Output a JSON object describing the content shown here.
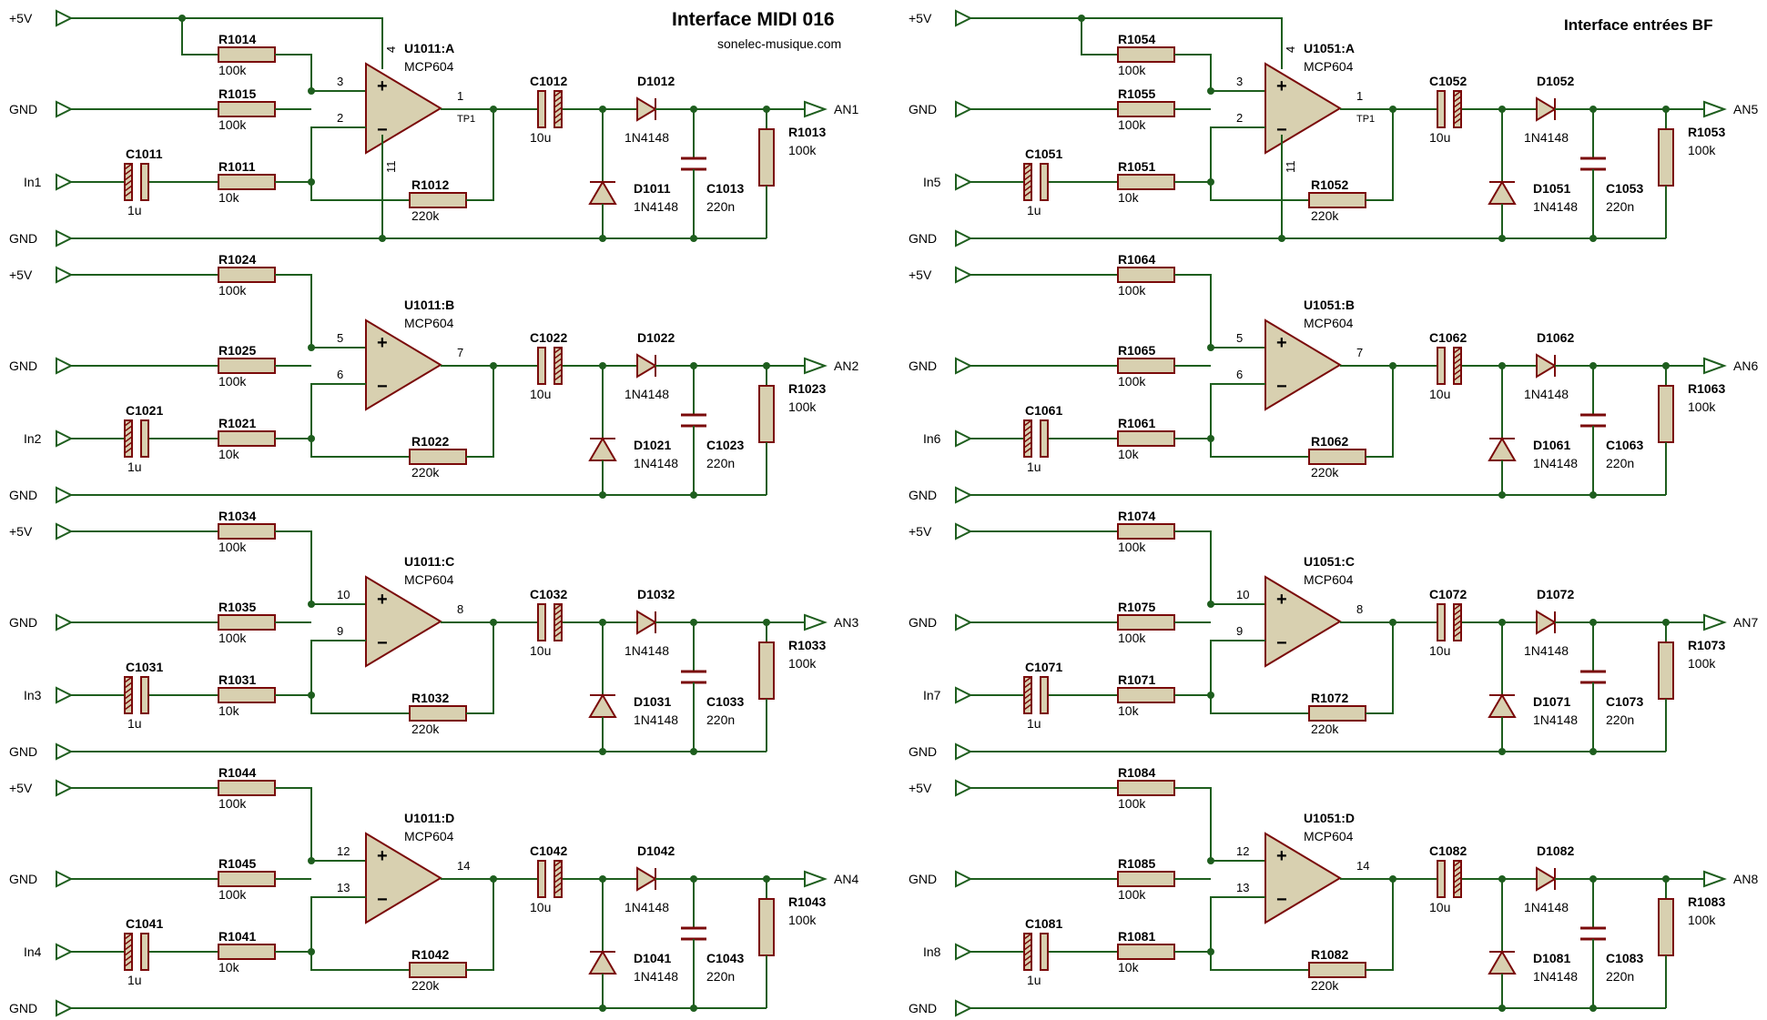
{
  "titles": {
    "main": "Interface MIDI 016",
    "website": "sonelec-musique.com",
    "right": "Interface entrées BF"
  },
  "colors": {
    "wire": "#1e5e1e",
    "component_outline": "#7a0a0a",
    "component_fill": "#d8d0b0",
    "junction": "#1e5e1e",
    "text": "#000000"
  },
  "terminal_labels": {
    "supply": "+5V",
    "ground": "GND",
    "label_prefix_in": "In",
    "label_prefix_out": "AN"
  },
  "channels": [
    {
      "input": "In1",
      "output": "AN1",
      "c_in": "C1011",
      "c_in_val": "1u",
      "r_in": "R1011",
      "r_in_val": "10k",
      "r_top": "R1014",
      "r_top_val": "100k",
      "r_bot": "R1015",
      "r_bot_val": "100k",
      "r_fb": "R1012",
      "r_fb_val": "220k",
      "opamp": "U1011:A",
      "opamp_type": "MCP604",
      "pin_plus": "3",
      "pin_minus": "2",
      "pin_out": "1",
      "pin_vcc": "4",
      "pin_gnd": "11",
      "test_point": "TP1",
      "c_out": "C1012",
      "c_out_val": "10u",
      "d_series": "D1012",
      "d_series_val": "1N4148",
      "d_shunt": "D1011",
      "d_shunt_val": "1N4148",
      "c_filter": "C1013",
      "c_filter_val": "220n",
      "r_load": "R1013",
      "r_load_val": "100k"
    },
    {
      "input": "In2",
      "output": "AN2",
      "c_in": "C1021",
      "c_in_val": "1u",
      "r_in": "R1021",
      "r_in_val": "10k",
      "r_top": "R1024",
      "r_top_val": "100k",
      "r_bot": "R1025",
      "r_bot_val": "100k",
      "r_fb": "R1022",
      "r_fb_val": "220k",
      "opamp": "U1011:B",
      "opamp_type": "MCP604",
      "pin_plus": "5",
      "pin_minus": "6",
      "pin_out": "7",
      "pin_vcc": "",
      "pin_gnd": "",
      "test_point": "",
      "c_out": "C1022",
      "c_out_val": "10u",
      "d_series": "D1022",
      "d_series_val": "1N4148",
      "d_shunt": "D1021",
      "d_shunt_val": "1N4148",
      "c_filter": "C1023",
      "c_filter_val": "220n",
      "r_load": "R1023",
      "r_load_val": "100k"
    },
    {
      "input": "In3",
      "output": "AN3",
      "c_in": "C1031",
      "c_in_val": "1u",
      "r_in": "R1031",
      "r_in_val": "10k",
      "r_top": "R1034",
      "r_top_val": "100k",
      "r_bot": "R1035",
      "r_bot_val": "100k",
      "r_fb": "R1032",
      "r_fb_val": "220k",
      "opamp": "U1011:C",
      "opamp_type": "MCP604",
      "pin_plus": "10",
      "pin_minus": "9",
      "pin_out": "8",
      "pin_vcc": "",
      "pin_gnd": "",
      "test_point": "",
      "c_out": "C1032",
      "c_out_val": "10u",
      "d_series": "D1032",
      "d_series_val": "1N4148",
      "d_shunt": "D1031",
      "d_shunt_val": "1N4148",
      "c_filter": "C1033",
      "c_filter_val": "220n",
      "r_load": "R1033",
      "r_load_val": "100k"
    },
    {
      "input": "In4",
      "output": "AN4",
      "c_in": "C1041",
      "c_in_val": "1u",
      "r_in": "R1041",
      "r_in_val": "10k",
      "r_top": "R1044",
      "r_top_val": "100k",
      "r_bot": "R1045",
      "r_bot_val": "100k",
      "r_fb": "R1042",
      "r_fb_val": "220k",
      "opamp": "U1011:D",
      "opamp_type": "MCP604",
      "pin_plus": "12",
      "pin_minus": "13",
      "pin_out": "14",
      "pin_vcc": "",
      "pin_gnd": "",
      "test_point": "",
      "c_out": "C1042",
      "c_out_val": "10u",
      "d_series": "D1042",
      "d_series_val": "1N4148",
      "d_shunt": "D1041",
      "d_shunt_val": "1N4148",
      "c_filter": "C1043",
      "c_filter_val": "220n",
      "r_load": "R1043",
      "r_load_val": "100k"
    },
    {
      "input": "In5",
      "output": "AN5",
      "c_in": "C1051",
      "c_in_val": "1u",
      "r_in": "R1051",
      "r_in_val": "10k",
      "r_top": "R1054",
      "r_top_val": "100k",
      "r_bot": "R1055",
      "r_bot_val": "100k",
      "r_fb": "R1052",
      "r_fb_val": "220k",
      "opamp": "U1051:A",
      "opamp_type": "MCP604",
      "pin_plus": "3",
      "pin_minus": "2",
      "pin_out": "1",
      "pin_vcc": "4",
      "pin_gnd": "11",
      "test_point": "TP1",
      "c_out": "C1052",
      "c_out_val": "10u",
      "d_series": "D1052",
      "d_series_val": "1N4148",
      "d_shunt": "D1051",
      "d_shunt_val": "1N4148",
      "c_filter": "C1053",
      "c_filter_val": "220n",
      "r_load": "R1053",
      "r_load_val": "100k"
    },
    {
      "input": "In6",
      "output": "AN6",
      "c_in": "C1061",
      "c_in_val": "1u",
      "r_in": "R1061",
      "r_in_val": "10k",
      "r_top": "R1064",
      "r_top_val": "100k",
      "r_bot": "R1065",
      "r_bot_val": "100k",
      "r_fb": "R1062",
      "r_fb_val": "220k",
      "opamp": "U1051:B",
      "opamp_type": "MCP604",
      "pin_plus": "5",
      "pin_minus": "6",
      "pin_out": "7",
      "pin_vcc": "",
      "pin_gnd": "",
      "test_point": "",
      "c_out": "C1062",
      "c_out_val": "10u",
      "d_series": "D1062",
      "d_series_val": "1N4148",
      "d_shunt": "D1061",
      "d_shunt_val": "1N4148",
      "c_filter": "C1063",
      "c_filter_val": "220n",
      "r_load": "R1063",
      "r_load_val": "100k"
    },
    {
      "input": "In7",
      "output": "AN7",
      "c_in": "C1071",
      "c_in_val": "1u",
      "r_in": "R1071",
      "r_in_val": "10k",
      "r_top": "R1074",
      "r_top_val": "100k",
      "r_bot": "R1075",
      "r_bot_val": "100k",
      "r_fb": "R1072",
      "r_fb_val": "220k",
      "opamp": "U1051:C",
      "opamp_type": "MCP604",
      "pin_plus": "10",
      "pin_minus": "9",
      "pin_out": "8",
      "pin_vcc": "",
      "pin_gnd": "",
      "test_point": "",
      "c_out": "C1072",
      "c_out_val": "10u",
      "d_series": "D1072",
      "d_series_val": "1N4148",
      "d_shunt": "D1071",
      "d_shunt_val": "1N4148",
      "c_filter": "C1073",
      "c_filter_val": "220n",
      "r_load": "R1073",
      "r_load_val": "100k"
    },
    {
      "input": "In8",
      "output": "AN8",
      "c_in": "C1081",
      "c_in_val": "1u",
      "r_in": "R1081",
      "r_in_val": "10k",
      "r_top": "R1084",
      "r_top_val": "100k",
      "r_bot": "R1085",
      "r_bot_val": "100k",
      "r_fb": "R1082",
      "r_fb_val": "220k",
      "opamp": "U1051:D",
      "opamp_type": "MCP604",
      "pin_plus": "12",
      "pin_minus": "13",
      "pin_out": "14",
      "pin_vcc": "",
      "pin_gnd": "",
      "test_point": "",
      "c_out": "C1082",
      "c_out_val": "10u",
      "d_series": "D1082",
      "d_series_val": "1N4148",
      "d_shunt": "D1081",
      "d_shunt_val": "1N4148",
      "c_filter": "C1083",
      "c_filter_val": "220n",
      "r_load": "R1083",
      "r_load_val": "100k"
    }
  ]
}
